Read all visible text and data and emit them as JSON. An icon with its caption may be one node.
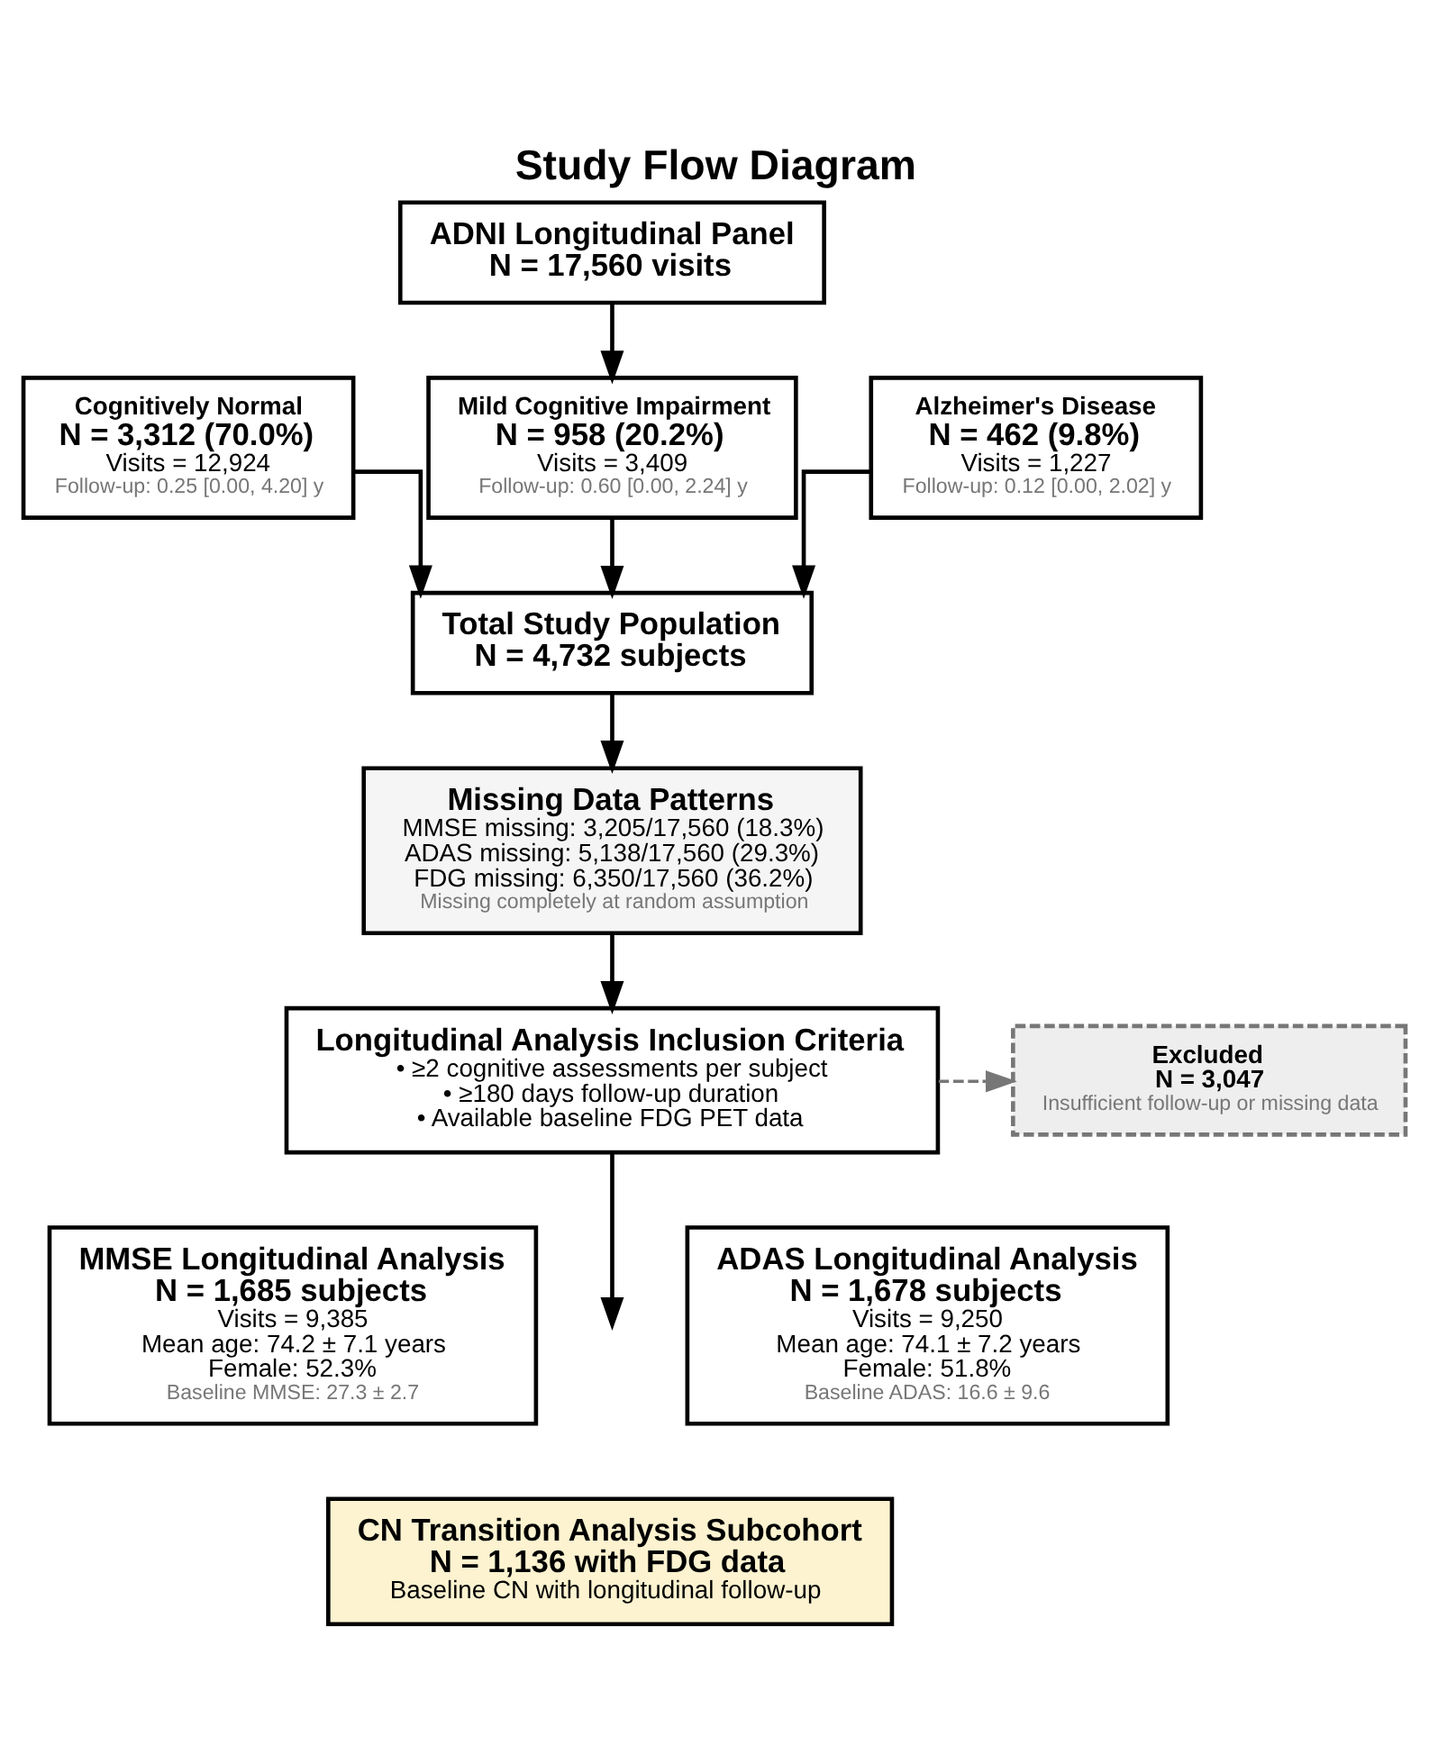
{
  "diagram": {
    "title": "Study Flow Diagram",
    "nodes": [
      {
        "text": [
          "ADNI Longitudinal Panel",
          "N = 17,560 visits"
        ]
      },
      {
        "text": [
          "Cognitively Normal",
          "N = 3,312 (70.0%)",
          "Visits = 12,924",
          "Follow-up: 0.25 [0.00, 4.20] y"
        ]
      },
      {
        "text": [
          "Mild Cognitive Impairment",
          "N = 958 (20.2%)",
          "Visits = 3,409",
          "Follow-up: 0.60 [0.00, 2.24] y"
        ]
      },
      {
        "text": [
          "Alzheimer's Disease",
          "N = 462 (9.8%)",
          "Visits = 1,227",
          "Follow-up: 0.12 [0.00, 2.02] y"
        ]
      },
      {
        "text": [
          "Total Study Population",
          "N = 4,732 subjects"
        ]
      },
      {
        "text": [
          "Missing Data Patterns",
          "MMSE missing: 3,205/17,560 (18.3%)",
          "ADAS missing: 5,138/17,560 (29.3%)",
          "FDG missing: 6,350/17,560 (36.2%)",
          "Missing completely at random assumption"
        ]
      },
      {
        "text": [
          "Longitudinal Analysis Inclusion Criteria",
          "• ≥2 cognitive assessments per subject",
          "• ≥180 days follow-up duration",
          "• Available baseline FDG PET data"
        ]
      },
      {
        "text": [
          "Excluded",
          "N = 3,047",
          "Insufficient follow-up or missing data"
        ]
      },
      {
        "text": [
          "MMSE Longitudinal Analysis",
          "N = 1,685 subjects",
          "Visits = 9,385",
          "Mean age: 74.2 ± 7.1 years",
          "Female: 52.3%",
          "Baseline MMSE: 27.3 ± 2.7"
        ]
      },
      {
        "text": [
          "ADAS Longitudinal Analysis",
          "N = 1,678 subjects",
          "Visits = 9,250",
          "Mean age: 74.1 ± 7.2 years",
          "Female: 51.8%",
          "Baseline ADAS: 16.6 ± 9.6"
        ]
      },
      {
        "text": [
          "CN Transition Analysis Subcohort",
          "N = 1,136 with FDG data",
          "Baseline CN with longitudinal follow-up"
        ]
      }
    ],
    "edges": [
      {
        "from": 0,
        "to": 2,
        "arrow": "to"
      },
      {
        "from": 1,
        "to": 4,
        "arrow": "to"
      },
      {
        "from": 2,
        "to": 4,
        "arrow": "to"
      },
      {
        "from": 3,
        "to": 4,
        "arrow": "to"
      },
      {
        "from": 4,
        "to": 5,
        "arrow": "to"
      },
      {
        "from": 5,
        "to": 6,
        "arrow": "to"
      },
      {
        "from": 6,
        "to": 7,
        "arrow": "to",
        "style": "dashed",
        "color": "#777777"
      },
      {
        "from": 6,
        "to": null,
        "arrow": "to"
      }
    ]
  }
}
